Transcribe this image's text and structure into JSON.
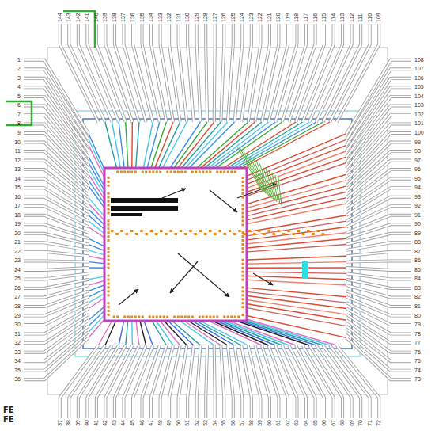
{
  "diagram": {
    "labels": [
      "FE",
      "FE",
      "1",
      "2",
      "3",
      "4",
      "5",
      "6",
      "7",
      "8",
      "9",
      "10",
      "11",
      "12",
      "13",
      "14",
      "15",
      "16",
      "17",
      "18",
      "19",
      "20",
      "21",
      "22",
      "23",
      "24",
      "25",
      "26",
      "27",
      "28",
      "29",
      "30",
      "31",
      "32",
      "33",
      "34",
      "35",
      "36",
      "37",
      "38",
      "39",
      "40",
      "41",
      "42",
      "43",
      "44",
      "45",
      "46",
      "47",
      "48",
      "49",
      "50",
      "51",
      "52",
      "53",
      "54",
      "55",
      "56",
      "57",
      "58",
      "59",
      "60",
      "61",
      "62",
      "63",
      "64",
      "65",
      "66",
      "67",
      "68",
      "69",
      "70",
      "71",
      "72",
      "73",
      "74",
      "75",
      "76",
      "77",
      "78",
      "79",
      "80",
      "81",
      "82",
      "83",
      "84",
      "85",
      "86",
      "87",
      "88",
      "89",
      "90",
      "91",
      "92",
      "93",
      "94",
      "95",
      "96",
      "97",
      "98",
      "99",
      "100",
      "101",
      "102",
      "103",
      "104",
      "105",
      "106",
      "107",
      "108",
      "109",
      "110",
      "111",
      "112",
      "113",
      "114",
      "115",
      "116",
      "117",
      "118",
      "119",
      "120",
      "121",
      "122",
      "123",
      "124",
      "125",
      "126",
      "127",
      "128",
      "129",
      "130",
      "131",
      "132",
      "133",
      "134",
      "135",
      "136",
      "137",
      "138",
      "139",
      "140",
      "141",
      "142",
      "143",
      "144"
    ]
  }
}
